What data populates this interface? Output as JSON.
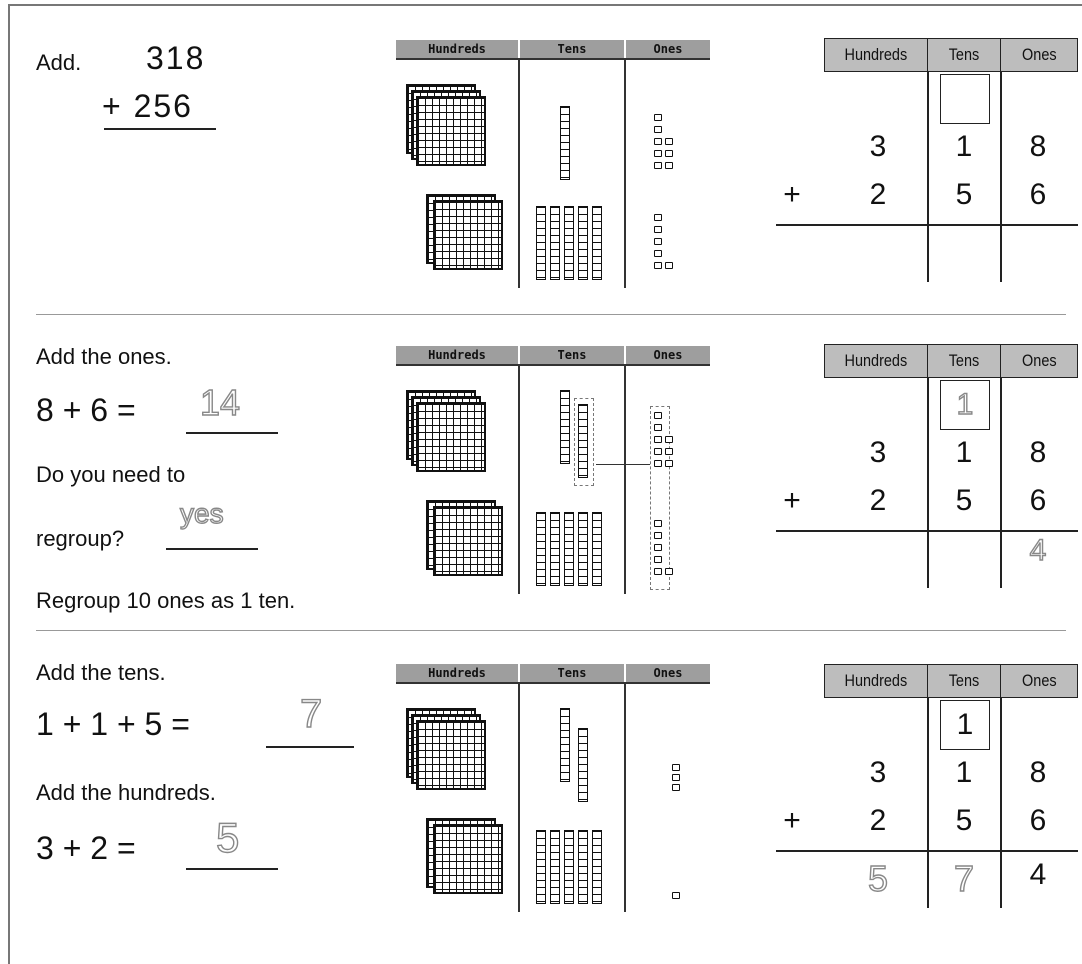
{
  "section1": {
    "add_label": "Add.",
    "addend_top": "318",
    "addend_bottom": "+ 256"
  },
  "section2": {
    "instruction": "Add the ones.",
    "equation": "8 + 6 =",
    "answer": "14",
    "question_line1": "Do you need to",
    "question_line2": "regroup?",
    "question_answer": "yes",
    "regroup_text": "Regroup 10 ones as 1 ten."
  },
  "section3": {
    "instruction_tens": "Add the tens.",
    "equation_tens": "1 + 1 + 5 =",
    "answer_tens": "7",
    "instruction_hundreds": "Add the hundreds.",
    "equation_hundreds": "3 + 2 =",
    "answer_hundreds": "5"
  },
  "mat_headers": {
    "hundreds": "Hundreds",
    "tens": "Tens",
    "ones": "Ones"
  },
  "table_headers": {
    "hundreds": "Hundreds",
    "tens": "Tens",
    "ones": "Ones"
  },
  "tables": [
    {
      "carry": "",
      "top": [
        "3",
        "1",
        "8"
      ],
      "bottom": [
        "2",
        "5",
        "6"
      ],
      "plus": "+",
      "result": [
        "",
        "",
        ""
      ]
    },
    {
      "carry": "1",
      "top": [
        "3",
        "1",
        "8"
      ],
      "bottom": [
        "2",
        "5",
        "6"
      ],
      "plus": "+",
      "result": [
        "",
        "",
        "4"
      ]
    },
    {
      "carry": "1",
      "top": [
        "3",
        "1",
        "8"
      ],
      "bottom": [
        "2",
        "5",
        "6"
      ],
      "plus": "+",
      "result": [
        "5",
        "7",
        "4"
      ]
    }
  ]
}
